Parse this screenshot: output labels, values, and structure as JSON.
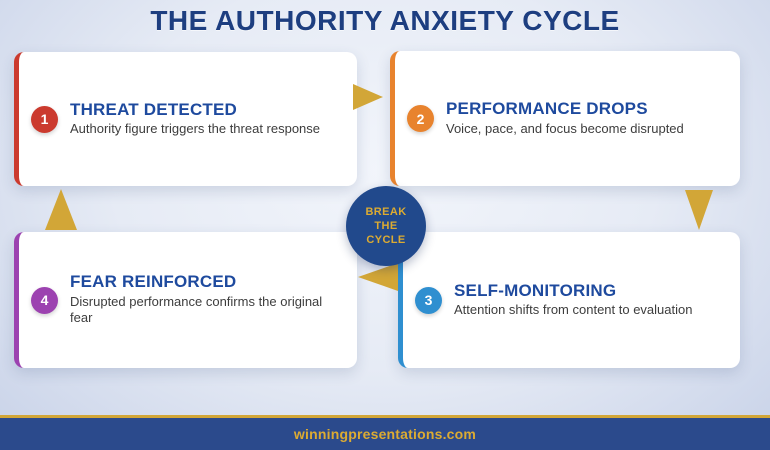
{
  "title": "THE AUTHORITY ANXIETY CYCLE",
  "center": {
    "label": "BREAK THE CYCLE"
  },
  "cards": [
    {
      "number": "1",
      "title": "THREAT DETECTED",
      "description": "Authority figure triggers the threat response",
      "color": "#cb3a2e"
    },
    {
      "number": "2",
      "title": "PERFORMANCE DROPS",
      "description": "Voice, pace, and focus become disrupted",
      "color": "#e8832e"
    },
    {
      "number": "3",
      "title": "SELF-MONITORING",
      "description": "Attention shifts from content to evaluation",
      "color": "#2f8fd0"
    },
    {
      "number": "4",
      "title": "FEAR REINFORCED",
      "description": "Disrupted performance confirms the original fear",
      "color": "#9c42b0"
    }
  ],
  "footer": {
    "website": "winningpresentations.com"
  },
  "colors": {
    "title": "#1d3e80",
    "card_title": "#1e4a9e",
    "card_text": "#3d3d3d",
    "arrow": "#d2a637",
    "circle_bg": "#21498c",
    "circle_text": "#dcab32",
    "footer_bg": "#2b4a8c",
    "footer_text": "#dcab32",
    "footer_border": "#d2a637"
  }
}
